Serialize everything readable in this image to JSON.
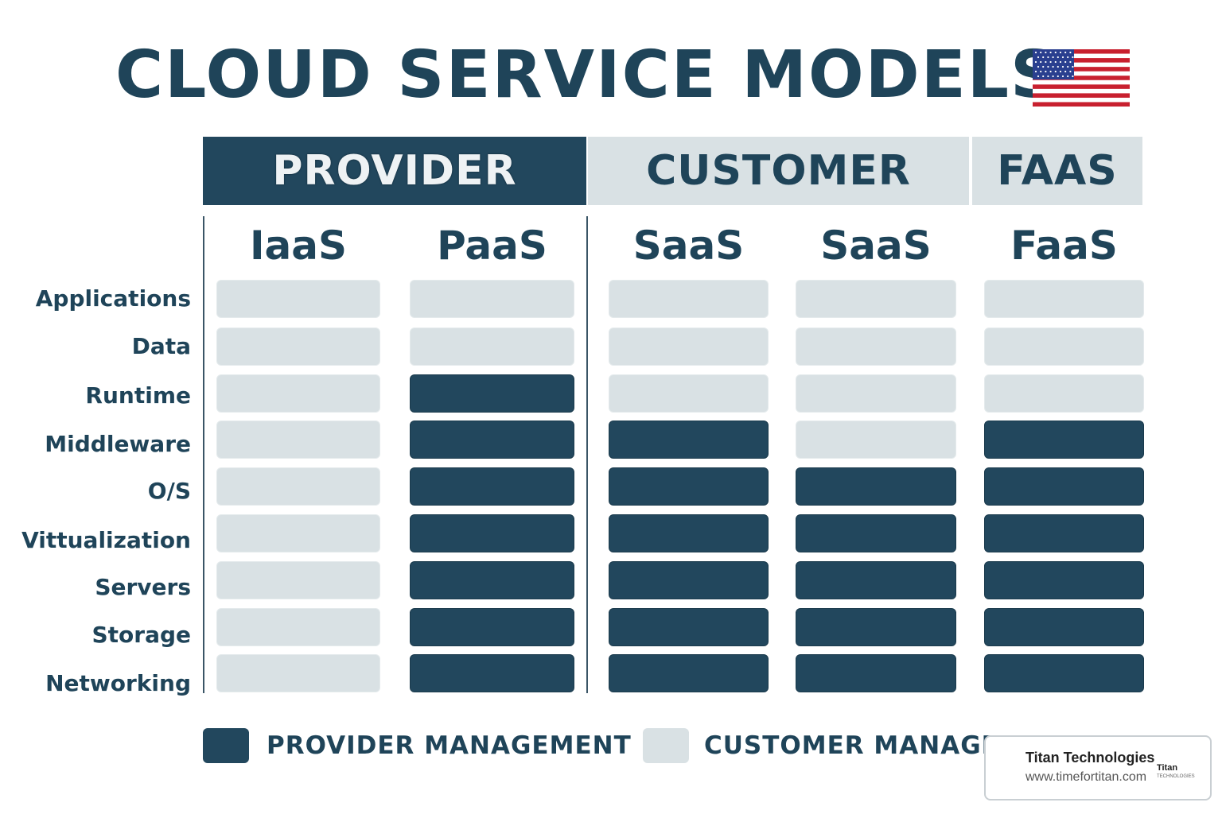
{
  "title": "CLOUD SERVICE MODELS",
  "flag": {
    "name": "us-flag-icon",
    "red": "#c8202f",
    "blue": "#2a3f8f",
    "white": "#ffffff"
  },
  "headers": {
    "provider": "PROVIDER",
    "customer": "CUSTOMER",
    "faas": "FAAS"
  },
  "columns": [
    "IaaS",
    "PaaS",
    "SaaS",
    "SaaS",
    "FaaS"
  ],
  "rows": [
    "Applications",
    "Data",
    "Runtime",
    "Middleware",
    "O/S",
    "Vittualization",
    "Servers",
    "Storage",
    "Networking"
  ],
  "matrix": [
    [
      "customer",
      "customer",
      "customer",
      "customer",
      "customer"
    ],
    [
      "customer",
      "customer",
      "customer",
      "customer",
      "customer"
    ],
    [
      "customer",
      "provider",
      "customer",
      "customer",
      "customer"
    ],
    [
      "customer",
      "provider",
      "provider",
      "customer",
      "provider"
    ],
    [
      "customer",
      "provider",
      "provider",
      "provider",
      "provider"
    ],
    [
      "customer",
      "provider",
      "provider",
      "provider",
      "provider"
    ],
    [
      "customer",
      "provider",
      "provider",
      "provider",
      "provider"
    ],
    [
      "customer",
      "provider",
      "provider",
      "provider",
      "provider"
    ],
    [
      "customer",
      "provider",
      "provider",
      "provider",
      "provider"
    ]
  ],
  "legend": {
    "provider": "PROVIDER MANAGEMENT",
    "customer": "CUSTOMER MANAGEMENT"
  },
  "colors": {
    "provider": "#22475d",
    "customer": "#d9e1e4",
    "text": "#1f4459"
  },
  "brand": {
    "name": "Titan Technologies",
    "url": "www.timefortitan.com",
    "logo_text": "Titan",
    "logo_sub": "TECHNOLOGIES"
  }
}
